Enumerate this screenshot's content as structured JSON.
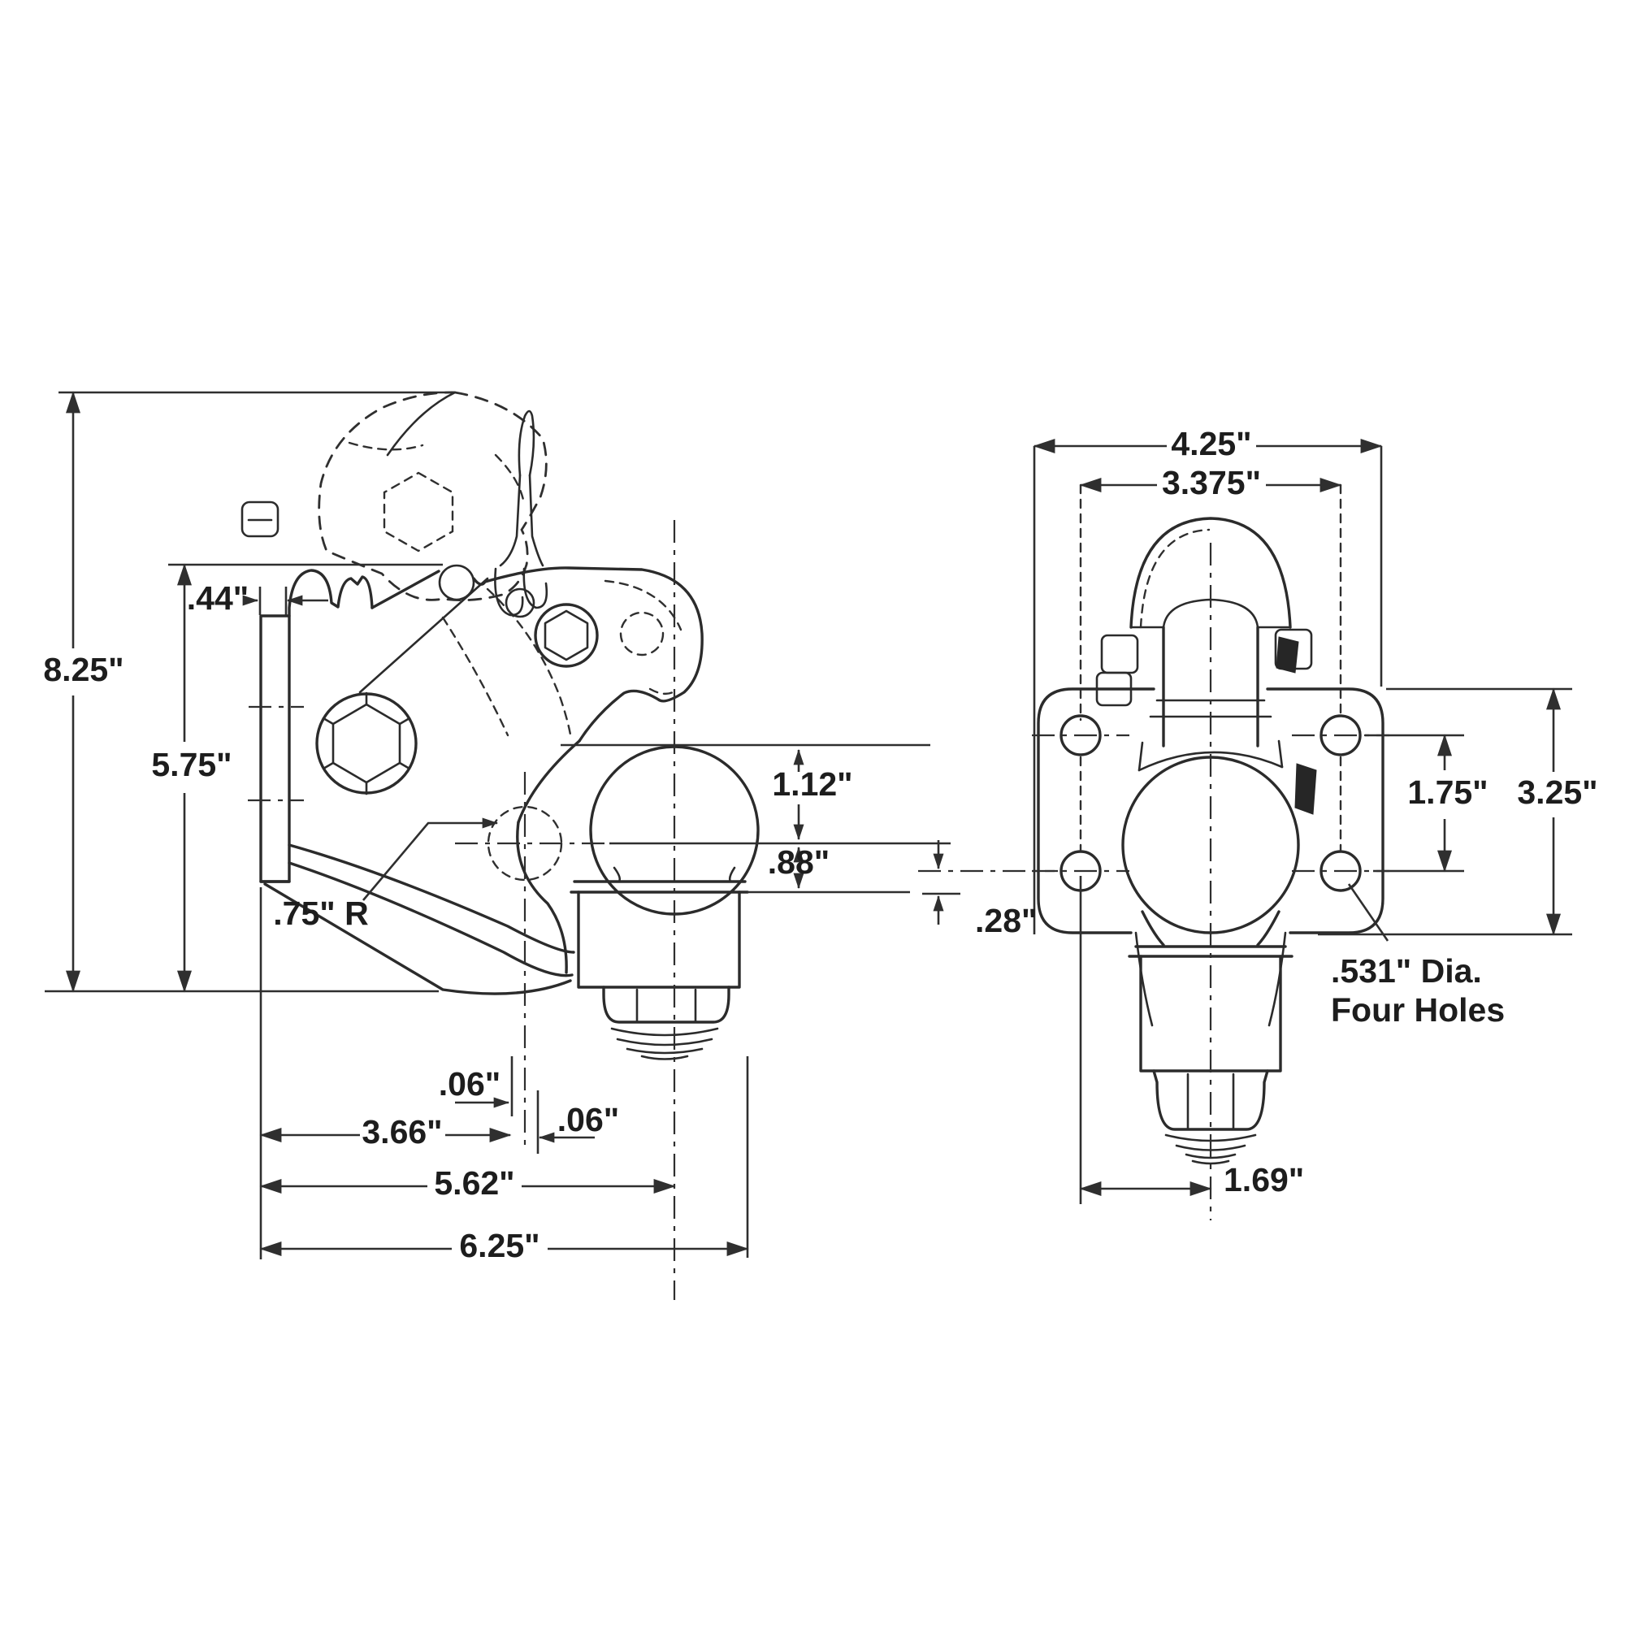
{
  "diagram": {
    "kind": "technical-drawing",
    "subject": "pintle-hook ball combination hitch",
    "background_color": "#ffffff",
    "line_color": "#2b2b2b"
  },
  "side": {
    "height_overall": "8.25\"",
    "hook_height": "5.75\"",
    "flange_thickness": ".44\"",
    "ball_top_offset": "1.12\"",
    "ball_lower_offset": ".88\"",
    "eye_radius": ".75\" R",
    "offset_left": ".06\"",
    "offset_right": ".06\"",
    "length_to_eye": "3.66\"",
    "length_to_ball_center": "5.62\"",
    "length_overall": "6.25\""
  },
  "front": {
    "width_overall": "4.25\"",
    "hole_span_horizontal": "3.375\"",
    "hole_span_vertical": "1.75\"",
    "plate_height": "3.25\"",
    "hole_edge_offset": ".28\"",
    "hole_to_center": "1.69\"",
    "hole_note_line1": ".531\" Dia.",
    "hole_note_line2": "Four Holes"
  }
}
